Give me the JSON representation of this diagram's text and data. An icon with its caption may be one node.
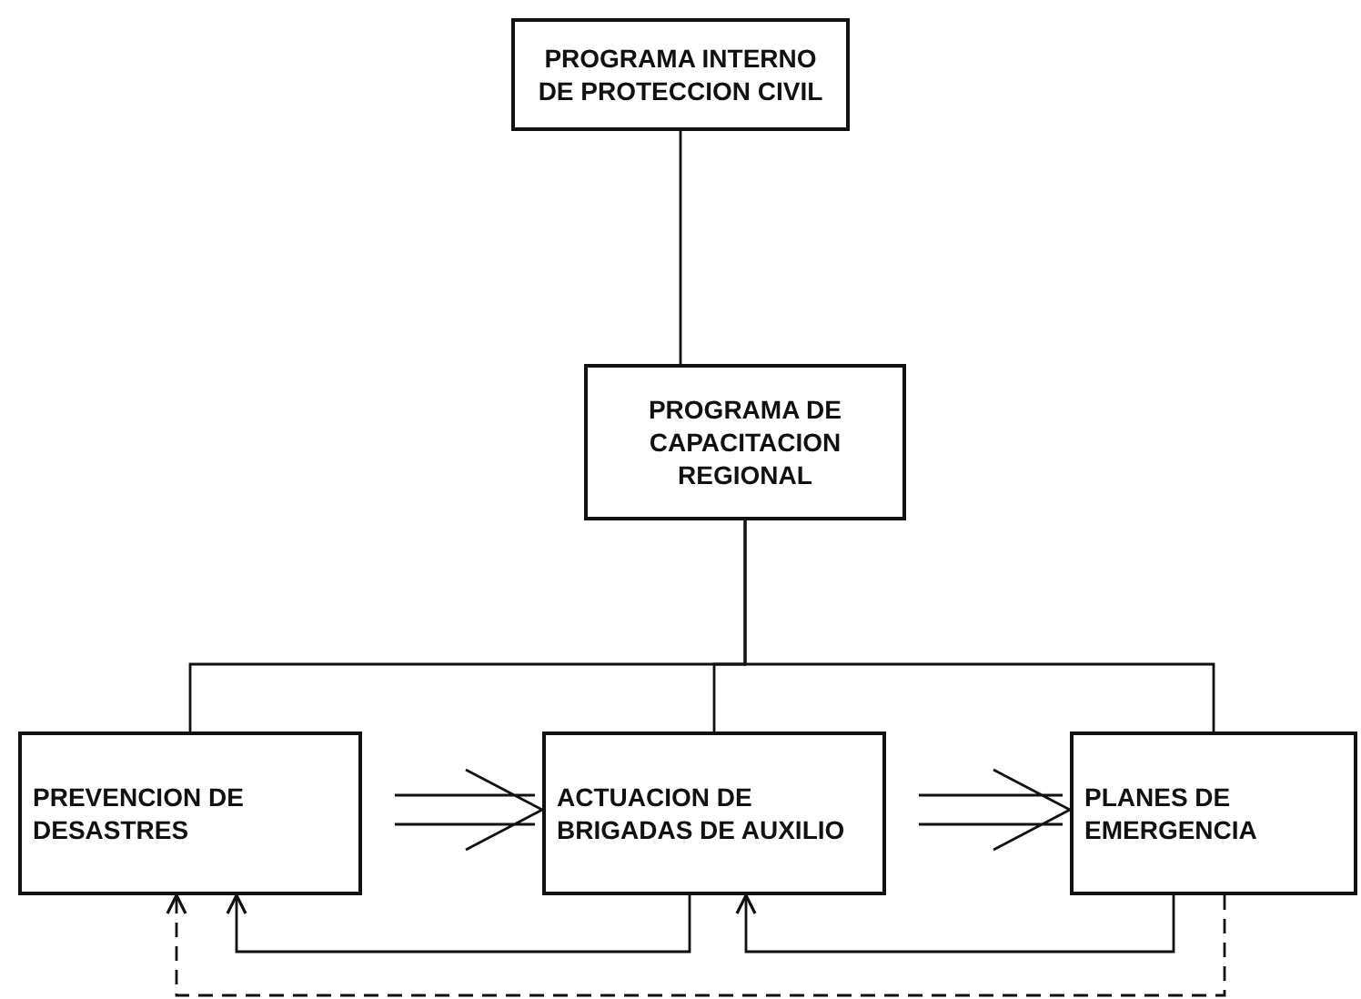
{
  "diagram": {
    "nodes": [
      {
        "text": [
          "PROGRAMA INTERNO DE PROTECCION CIVIL"
        ]
      },
      {
        "text": [
          "PROGRAMA DE CAPACITACION REGIONAL"
        ]
      },
      {
        "text": [
          "PREVENCION DE DESASTRES"
        ]
      },
      {
        "text": [
          "ACTUACION DE BRIGADAS DE AUXILIO"
        ]
      },
      {
        "text": [
          "PLANES DE EMERGENCIA"
        ]
      }
    ],
    "edges": [
      {
        "from": 0,
        "to": 1,
        "arrow": "none"
      },
      {
        "from": 1,
        "to": 2,
        "arrow": "none"
      },
      {
        "from": 1,
        "to": 3,
        "arrow": "none"
      },
      {
        "from": 1,
        "to": 4,
        "arrow": "none"
      },
      {
        "from": 2,
        "to": 3,
        "arrow": "to"
      },
      {
        "from": 3,
        "to": 4,
        "arrow": "to"
      },
      {
        "from": 3,
        "to": 2,
        "arrow": "to"
      },
      {
        "from": 4,
        "to": 3,
        "arrow": "to"
      },
      {
        "from": 4,
        "to": 2,
        "arrow": "to",
        "style": "dashed"
      }
    ]
  }
}
